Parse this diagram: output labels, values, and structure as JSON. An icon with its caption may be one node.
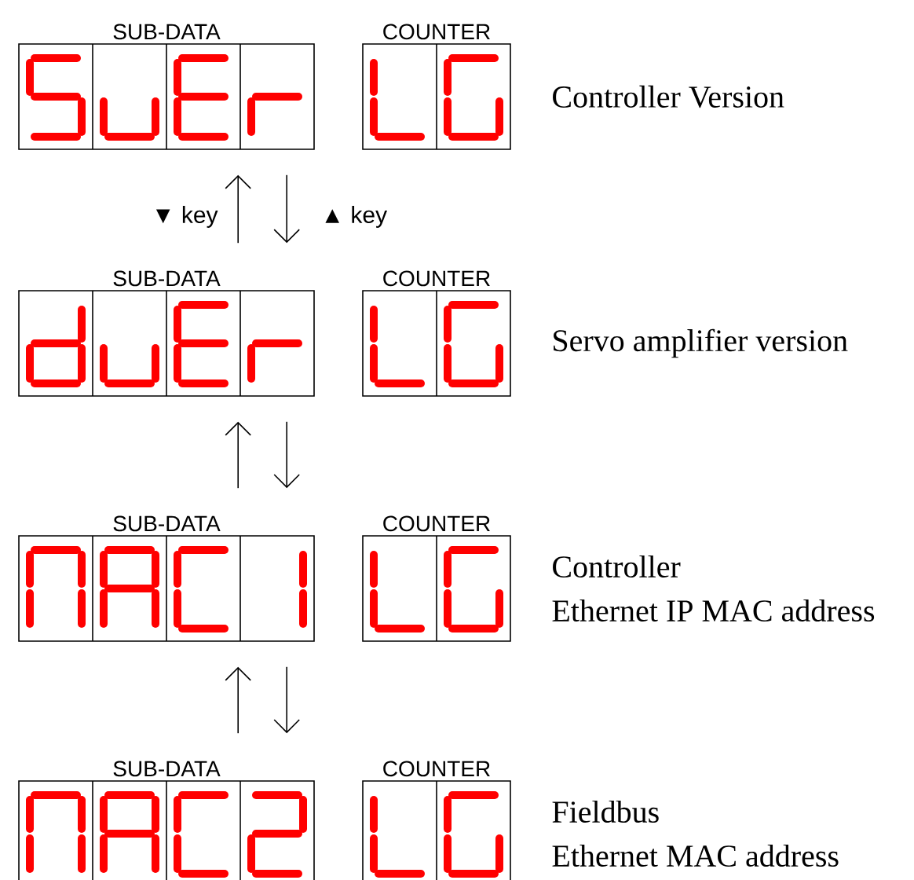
{
  "diagram": {
    "nodes": [
      {
        "text": [
          "SUB-DATA"
        ]
      },
      {
        "text": [
          "COUNTER"
        ],
        "beside": [
          "Controller Version"
        ]
      },
      {
        "text": [
          "SUB-DATA"
        ]
      },
      {
        "text": [
          "COUNTER"
        ],
        "beside": [
          "Servo amplifier version"
        ]
      },
      {
        "text": [
          "SUB-DATA"
        ]
      },
      {
        "text": [
          "COUNTER"
        ],
        "beside": [
          "Controller",
          "Ethernet IP MAC address"
        ]
      },
      {
        "text": [
          "SUB-DATA"
        ]
      },
      {
        "text": [
          "COUNTER"
        ],
        "beside": [
          "Fieldbus",
          "Ethernet MAC address"
        ]
      }
    ],
    "edges": [
      {
        "from": 2,
        "to": 0,
        "arrow": "to",
        "label": "▼ key"
      },
      {
        "from": 0,
        "to": 2,
        "arrow": "to",
        "label": "▲ key"
      },
      {
        "from": 4,
        "to": 2,
        "arrow": "to"
      },
      {
        "from": 2,
        "to": 4,
        "arrow": "to"
      },
      {
        "from": 6,
        "to": 4,
        "arrow": "to"
      },
      {
        "from": 4,
        "to": 6,
        "arrow": "to"
      }
    ]
  }
}
